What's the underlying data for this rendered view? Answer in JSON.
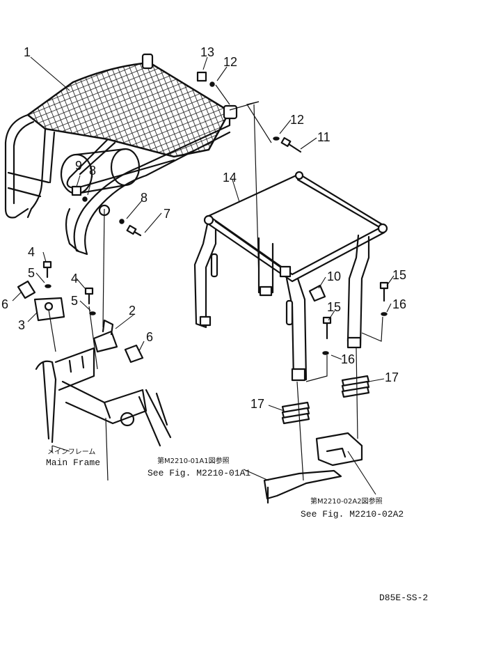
{
  "callouts": {
    "p1": "1",
    "p2": "2",
    "p3": "3",
    "p4a": "4",
    "p4b": "4",
    "p5a": "5",
    "p5b": "5",
    "p6a": "6",
    "p6b": "6",
    "p7": "7",
    "p8a": "8",
    "p8b": "8",
    "p9": "9",
    "p10": "10",
    "p11": "11",
    "p12a": "12",
    "p12b": "12",
    "p13": "13",
    "p14": "14",
    "p15a": "15",
    "p15b": "15",
    "p16a": "16",
    "p16b": "16",
    "p17a": "17",
    "p17b": "17"
  },
  "labels": {
    "main_frame_jp": "メインフレーム",
    "main_frame_en": "Main Frame",
    "ref1_jp": "第M2210-01A1図参照",
    "ref1_en": "See Fig. M2210-01A1",
    "ref2_jp": "第M2210-02A2図参照",
    "ref2_en": "See Fig. M2210-02A2"
  },
  "drawing_code": "D85E-SS-2"
}
